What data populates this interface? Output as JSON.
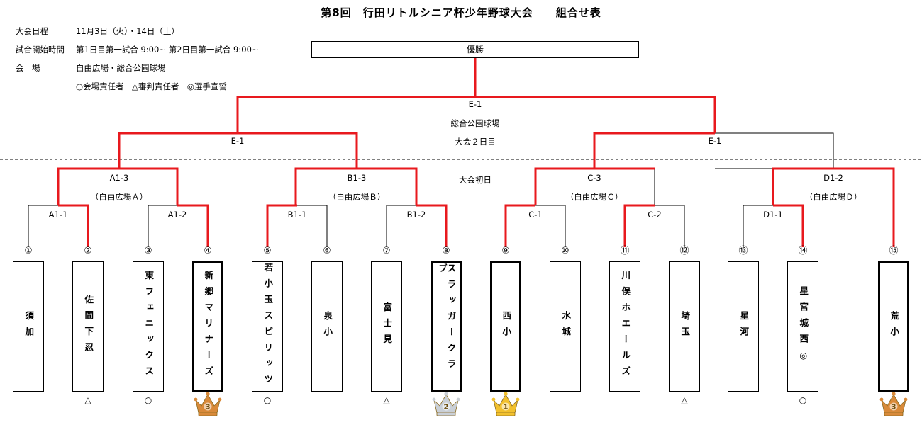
{
  "title": "第8回　行田リトルシニア杯少年野球大会　　組合せ表",
  "info": {
    "schedule_label": "大会日程",
    "schedule_value": "11月3日（火）・14日（土）",
    "start_label": "試合開始時間",
    "start_value": "第1日目第一試合 9:00~ 第2日目第一試合 9:00~",
    "venue_label": "会　場",
    "venue_value": "自由広場・総合公園球場",
    "legend": "○会場責任者　△審判責任者　◎選手宣誓"
  },
  "champion_label": "優勝",
  "labels": {
    "final": "E-1",
    "final_venue": "総合公園球場",
    "day2": "大会２日目",
    "semi_left": "E-1",
    "semi_right": "E-1",
    "day1": "大会初日",
    "a13": "A1-3",
    "a13_venue": "（自由広場Ａ）",
    "b13": "B1-3",
    "b13_venue": "（自由広場Ｂ）",
    "c3": "C-3",
    "c3_venue": "（自由広場Ｃ）",
    "d12": "D1-2",
    "d12_venue": "（自由広場Ｄ）",
    "a11": "A1-1",
    "a12": "A1-2",
    "b11": "B1-1",
    "b12": "B1-2",
    "c1": "C-1",
    "c2": "C-2",
    "d11": "D1-1"
  },
  "teams": [
    {
      "num": "①",
      "name": "須加",
      "mark": "",
      "bold": false
    },
    {
      "num": "②",
      "name": "佐間下忍",
      "mark": "△",
      "bold": false
    },
    {
      "num": "③",
      "name": "東フェニックス",
      "mark": "○",
      "bold": false
    },
    {
      "num": "④",
      "name": "新郷マリナーズ",
      "mark": "",
      "bold": true,
      "trophy": "3"
    },
    {
      "num": "⑤",
      "name": "若小玉スピリッツ",
      "mark": "○",
      "bold": false
    },
    {
      "num": "⑥",
      "name": "泉小",
      "mark": "",
      "bold": false
    },
    {
      "num": "⑦",
      "name": "富士見",
      "mark": "△",
      "bold": false
    },
    {
      "num": "⑧",
      "name": "スラッガークラブ",
      "mark": "",
      "bold": true,
      "trophy": "2"
    },
    {
      "num": "⑨",
      "name": "西小",
      "mark": "",
      "bold": true,
      "trophy": "1"
    },
    {
      "num": "⑩",
      "name": "水城",
      "mark": "",
      "bold": false
    },
    {
      "num": "⑪",
      "name": "川俣ホエールズ",
      "mark": "",
      "bold": false
    },
    {
      "num": "⑫",
      "name": "埼玉",
      "mark": "△",
      "bold": false
    },
    {
      "num": "⑬",
      "name": "星河",
      "mark": "",
      "bold": false
    },
    {
      "num": "⑭",
      "name": "星宮城西◎",
      "mark": "○",
      "bold": false
    },
    {
      "num": "⑮",
      "name": "荒小",
      "mark": "",
      "bold": true,
      "trophy": "3"
    }
  ],
  "colors": {
    "win_line": "#e8191e",
    "line": "#000000",
    "gold": "#f2c12e",
    "silver": "#c9cfd6",
    "bronze": "#d98a3a"
  },
  "icons": {
    "trophy": "crown-icon"
  }
}
